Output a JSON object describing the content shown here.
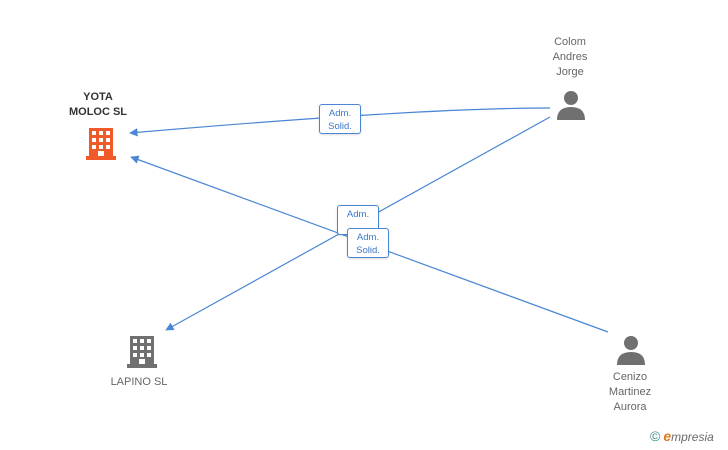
{
  "nodes": {
    "yota": {
      "label": "YOTA\nMOLOC SL",
      "type": "company",
      "highlight_color": "#f05a28"
    },
    "lapino": {
      "label": "LAPINO SL",
      "type": "company",
      "color": "#707070"
    },
    "colom": {
      "label": "Colom\nAndres\nJorge",
      "type": "person",
      "color": "#707070"
    },
    "cenizo": {
      "label": "Cenizo\nMartinez\nAurora",
      "type": "person",
      "color": "#707070"
    }
  },
  "edges": [
    {
      "from": "colom",
      "to": "yota",
      "line1": "Adm.",
      "line2": "Solid."
    },
    {
      "from": "colom",
      "to": "lapino",
      "line1": "Adm.",
      "line2": ""
    },
    {
      "from": "cenizo",
      "to": "yota",
      "line1": "Adm.",
      "line2": "Solid."
    }
  ],
  "colors": {
    "edge": "#4a86d4",
    "badge_text": "#3a78c9"
  },
  "footer": {
    "copyright": "©",
    "brand_initial": "e",
    "brand_rest": "mpresia"
  }
}
